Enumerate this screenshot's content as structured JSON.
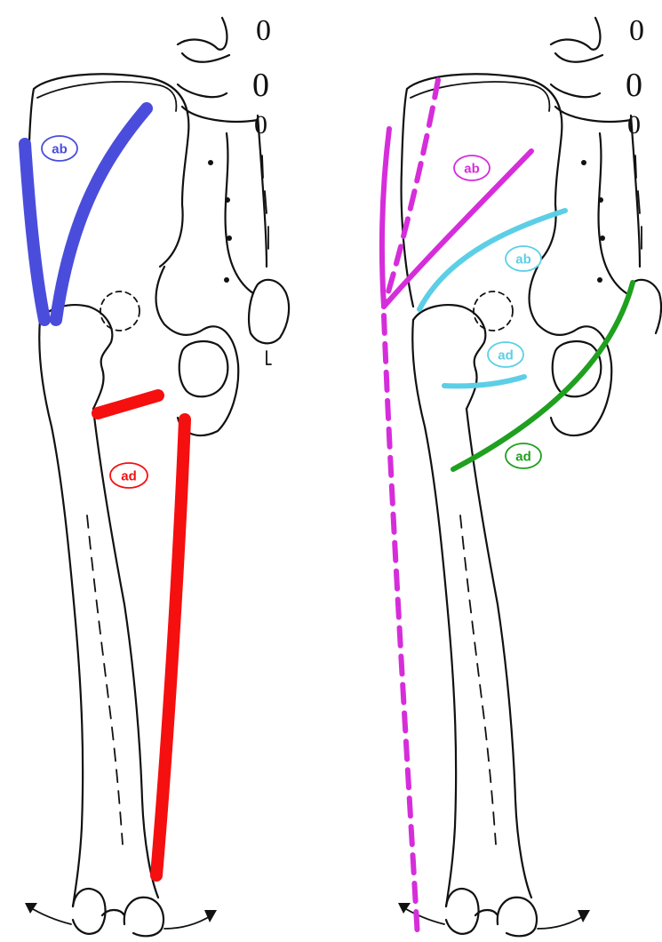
{
  "colors": {
    "blue": "#4a4ddb",
    "red": "#f50f0f",
    "magenta": "#d62ddb",
    "cyan": "#5ccfe6",
    "green": "#1fa01f",
    "outline": "#111111"
  },
  "left_panel": {
    "abductor_label": "ab",
    "adductor_label": "ad"
  },
  "right_panel": {
    "abductor_upper_label": "ab",
    "abductor_lower_label": "ab",
    "adductor_upper_label": "ad",
    "adductor_lower_label": "ad"
  }
}
